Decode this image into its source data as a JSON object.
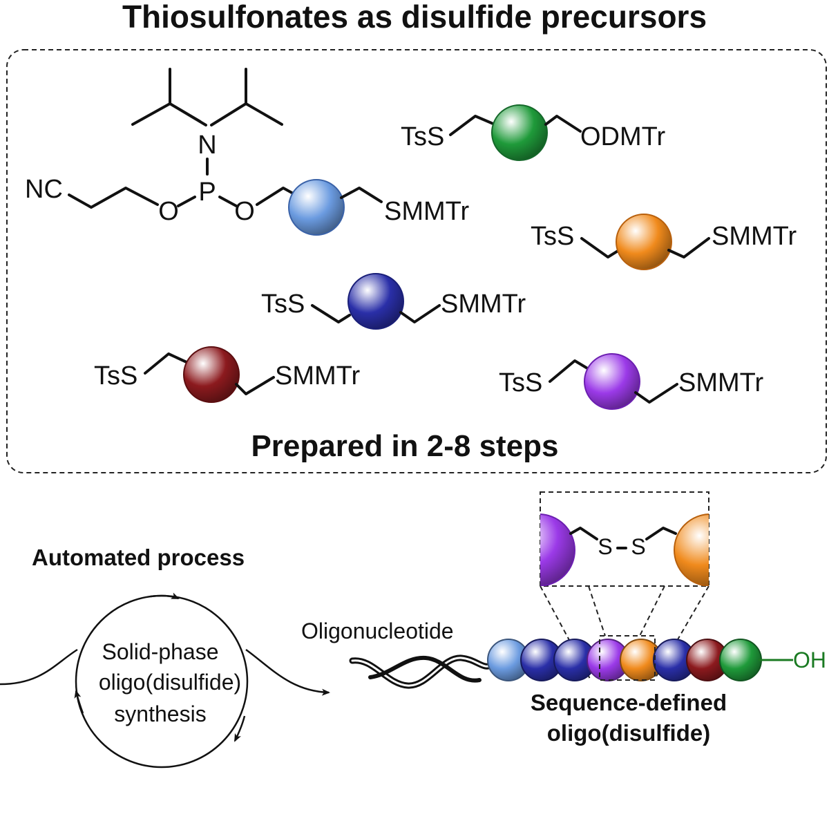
{
  "title": "Thiosulfonates as disulfide precursors",
  "box_caption": "Prepared in 2-8 steps",
  "phosphoramidite": {
    "n_label": "N",
    "p_label": "P",
    "o_label": "O",
    "nc_label": "NC",
    "end_label": "SMMTr",
    "bead_color": "#6b9be0"
  },
  "monomers": [
    {
      "left": "TsS",
      "right": "ODMTr",
      "color": "#1f9a3a"
    },
    {
      "left": "TsS",
      "right": "SMMTr",
      "color": "#f08a1c"
    },
    {
      "left": "TsS",
      "right": "SMMTr",
      "color": "#2a2fa8"
    },
    {
      "left": "TsS",
      "right": "SMMTr",
      "color": "#8c1a1e"
    },
    {
      "left": "TsS",
      "right": "SMMTr",
      "color": "#9b3ae8"
    }
  ],
  "process": {
    "title": "Automated process",
    "cycle_text": [
      "Solid-phase",
      "oligo(disulfide)",
      "synthesis"
    ]
  },
  "product": {
    "oligo_label": "Oligonucleotide",
    "chain_colors": [
      "#6b9be0",
      "#2a2fa8",
      "#2a2fa8",
      "#9b3ae8",
      "#f08a1c",
      "#2a2fa8",
      "#8c1a1e",
      "#1f9a3a"
    ],
    "oh_label": "OH",
    "oh_color": "#1a7a22",
    "caption": [
      "Sequence-defined",
      "oligo(disulfide)"
    ]
  },
  "inset": {
    "s1": "S",
    "s2": "S",
    "bg": "#dff0f3"
  }
}
